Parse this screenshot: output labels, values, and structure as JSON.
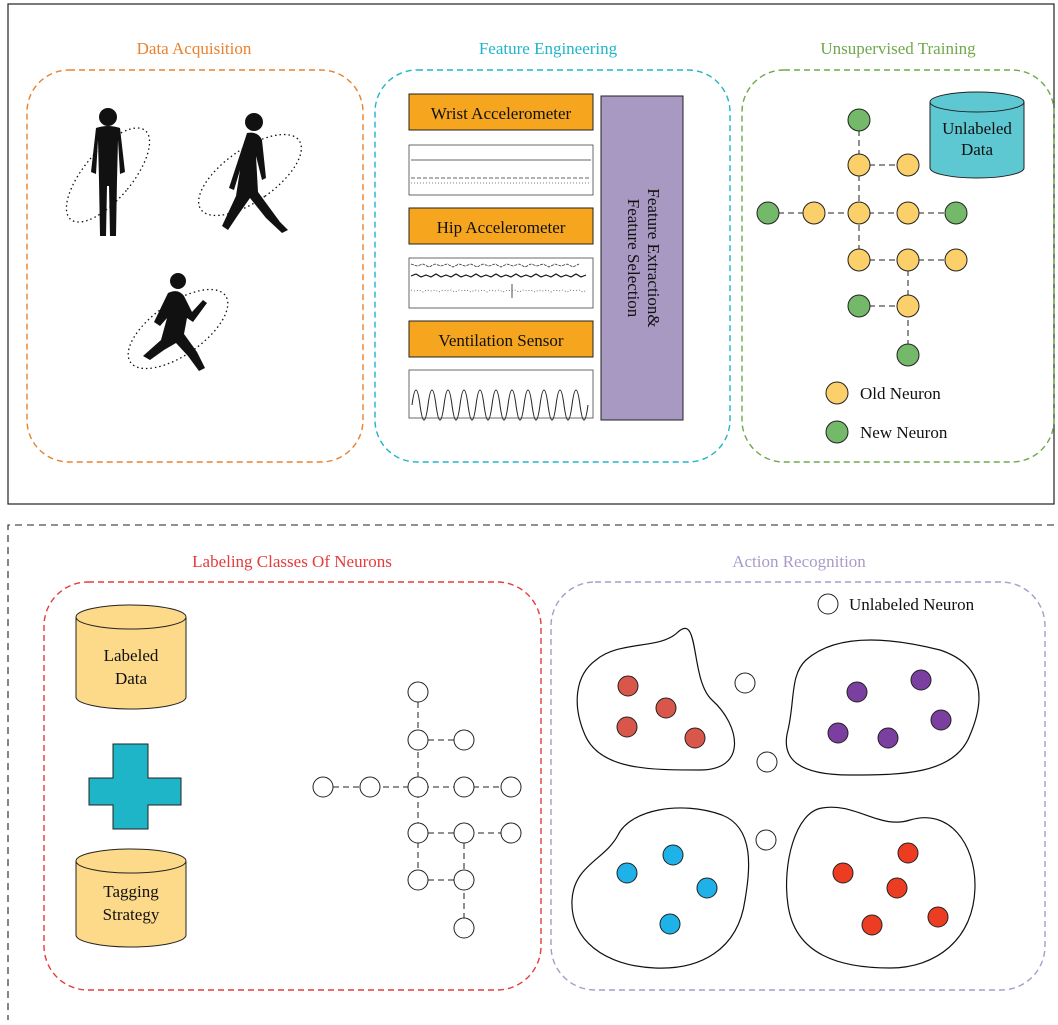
{
  "top_panel": {
    "data_acquisition": {
      "title": "Data Acquisition",
      "color": "#e8822e"
    },
    "feature_engineering": {
      "title": "Feature Engineering",
      "color": "#1fb5c8",
      "sensors": [
        "Wrist Accelerometer",
        "Hip Accelerometer",
        "Ventilation Sensor"
      ],
      "sensor_color": "#f5a51e",
      "extraction_label_line1": "Feature Extraction&",
      "extraction_label_line2": "Feature Selection",
      "extraction_color": "#a899c2"
    },
    "unsupervised_training": {
      "title": "Unsupervised Training",
      "color": "#6fa84a",
      "database_line1": "Unlabeled",
      "database_line2": "Data",
      "database_color": "#5ec8d2",
      "legend_old": "Old Neuron",
      "legend_new": "New Neuron",
      "old_color": "#fbcf6a",
      "new_color": "#74b86a"
    }
  },
  "bottom_panel": {
    "labeling": {
      "title": "Labeling Classes Of Neurons",
      "color": "#e53b3b",
      "db1_line1": "Labeled",
      "db1_line2": "Data",
      "db2_line1": "Tagging",
      "db2_line2": "Strategy",
      "db_color": "#fdd98a",
      "plus_color": "#1fb5c8"
    },
    "action_recognition": {
      "title": "Action Recognition",
      "color": "#a99bc9",
      "legend_unlabeled": "Unlabeled Neuron",
      "cluster_colors": [
        "#d9574a",
        "#7b3fa0",
        "#1eb2e8",
        "#ec3d22"
      ]
    }
  }
}
